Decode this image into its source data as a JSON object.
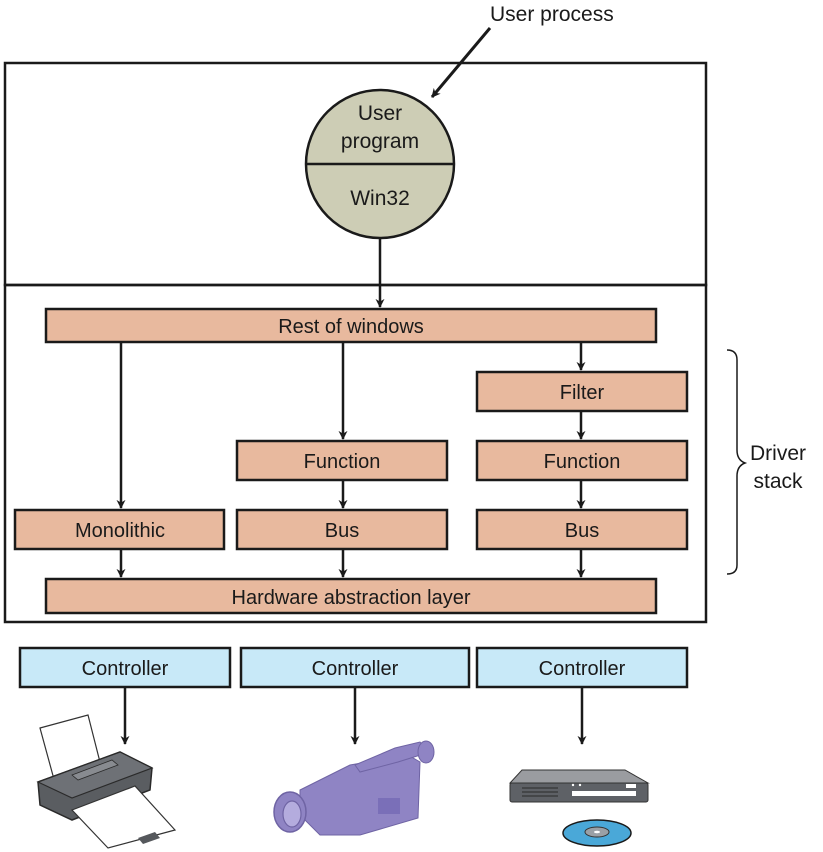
{
  "diagram": {
    "user_process_label": "User process",
    "user_program": {
      "top_line1": "User",
      "top_line2": "program",
      "bottom": "Win32"
    },
    "rest_of_windows": "Rest of windows",
    "columns": [
      {
        "name": "monolithic",
        "drivers": [
          "Monolithic"
        ]
      },
      {
        "name": "function-bus",
        "drivers": [
          "Function",
          "Bus"
        ]
      },
      {
        "name": "filter-function-bus",
        "drivers": [
          "Filter",
          "Function",
          "Bus"
        ]
      }
    ],
    "hal": "Hardware abstraction layer",
    "driver_stack_label_line1": "Driver",
    "driver_stack_label_line2": "stack",
    "controllers": [
      "Controller",
      "Controller",
      "Controller"
    ],
    "devices": [
      "printer",
      "camcorder",
      "disk-drive"
    ]
  },
  "colors": {
    "driver_box": "#e8b99e",
    "controller_box": "#c8e9f8",
    "circle": "#cdcdb5",
    "stroke": "#1a1a1a",
    "camcorder": "#8f84c4",
    "printer": "#55585c",
    "disk": "#4aa8d8"
  }
}
